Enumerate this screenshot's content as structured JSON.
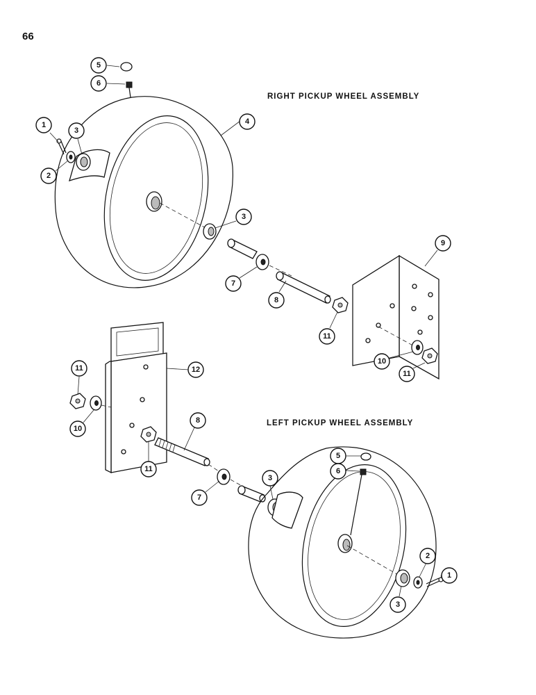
{
  "page_number": "66",
  "assemblies": {
    "right": {
      "title": "RIGHT PICKUP WHEEL ASSEMBLY"
    },
    "left": {
      "title": "LEFT PICKUP WHEEL ASSEMBLY"
    }
  },
  "callouts": {
    "right": [
      {
        "id": "r-5",
        "label": "5"
      },
      {
        "id": "r-6",
        "label": "6"
      },
      {
        "id": "r-1",
        "label": "1"
      },
      {
        "id": "r-3a",
        "label": "3"
      },
      {
        "id": "r-2",
        "label": "2"
      },
      {
        "id": "r-4",
        "label": "4"
      },
      {
        "id": "r-3b",
        "label": "3"
      },
      {
        "id": "r-9",
        "label": "9"
      },
      {
        "id": "r-7",
        "label": "7"
      },
      {
        "id": "r-8",
        "label": "8"
      },
      {
        "id": "r-11a",
        "label": "11"
      },
      {
        "id": "r-10",
        "label": "10"
      },
      {
        "id": "r-11b",
        "label": "11"
      }
    ],
    "left": [
      {
        "id": "l-11a",
        "label": "11"
      },
      {
        "id": "l-12",
        "label": "12"
      },
      {
        "id": "l-10",
        "label": "10"
      },
      {
        "id": "l-8",
        "label": "8"
      },
      {
        "id": "l-11b",
        "label": "11"
      },
      {
        "id": "l-5",
        "label": "5"
      },
      {
        "id": "l-6",
        "label": "6"
      },
      {
        "id": "l-7",
        "label": "7"
      },
      {
        "id": "l-3a",
        "label": "3"
      },
      {
        "id": "l-2",
        "label": "2"
      },
      {
        "id": "l-1",
        "label": "1"
      },
      {
        "id": "l-3b",
        "label": "3"
      }
    ]
  }
}
